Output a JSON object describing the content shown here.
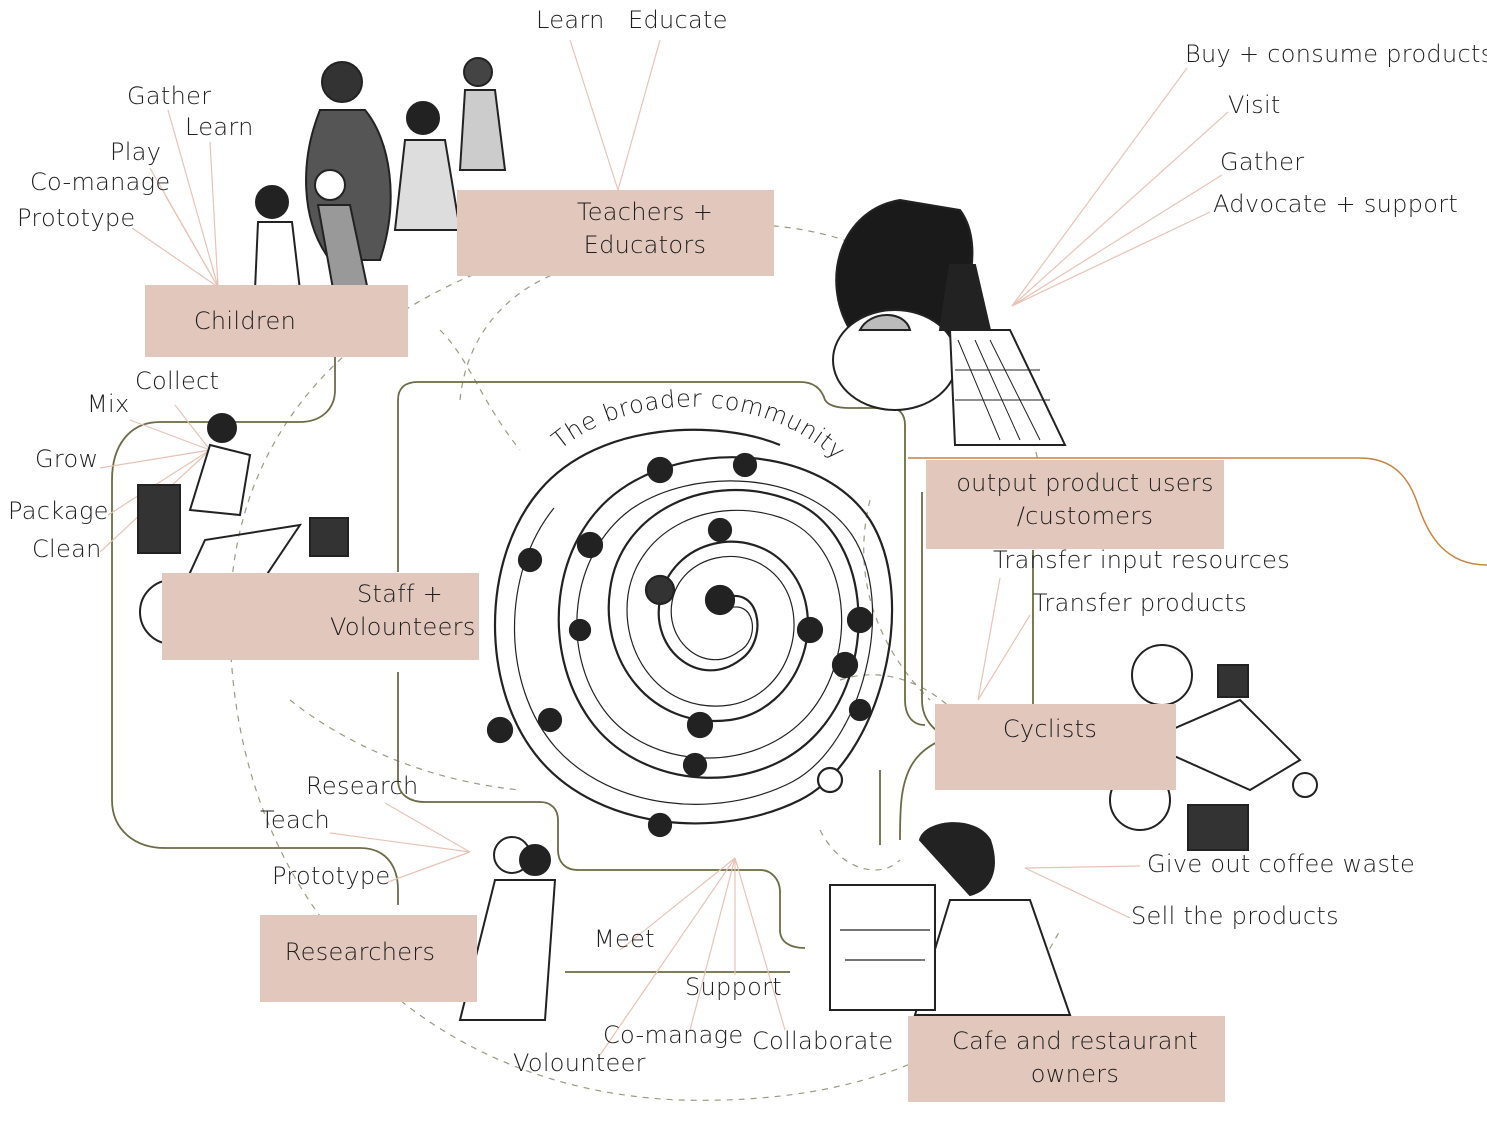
{
  "center": {
    "title": "The broader community"
  },
  "groups": {
    "children": {
      "label": "Children",
      "actions": [
        "Gather",
        "Learn",
        "Play",
        "Co-manage",
        "Prototype"
      ]
    },
    "teachers": {
      "label_line1": "Teachers +",
      "label_line2": "Educators",
      "actions": [
        "Learn",
        "Educate"
      ]
    },
    "customers": {
      "label_line1": "output product users",
      "label_line2": "/customers",
      "actions": [
        "Buy + consume products",
        "Visit",
        "Gather",
        "Advocate + support"
      ]
    },
    "staff": {
      "label_line1": "Staff +",
      "label_line2": "Volounteers",
      "actions": [
        "Collect",
        "Mix",
        "Grow",
        "Package",
        "Clean"
      ]
    },
    "cyclists": {
      "label": "Cyclists",
      "actions": [
        "Transfer input resources",
        "Transfer products"
      ]
    },
    "researchers": {
      "label": "Researchers",
      "actions": [
        "Research",
        "Teach",
        "Prototype"
      ]
    },
    "cafe": {
      "label_line1": "Cafe and restaurant",
      "label_line2": "owners",
      "actions": [
        "Give out coffee waste",
        "Sell the products"
      ]
    }
  },
  "shared_actions": [
    "Meet",
    "Support",
    "Co-manage",
    "Collaborate",
    "Volounteer"
  ],
  "colors": {
    "box": "#e2c7bc",
    "thin_line": "#e8c3b5",
    "olive_line": "#6b6b45",
    "orange_line": "#c9823f",
    "dashed": "#9a9a80"
  }
}
